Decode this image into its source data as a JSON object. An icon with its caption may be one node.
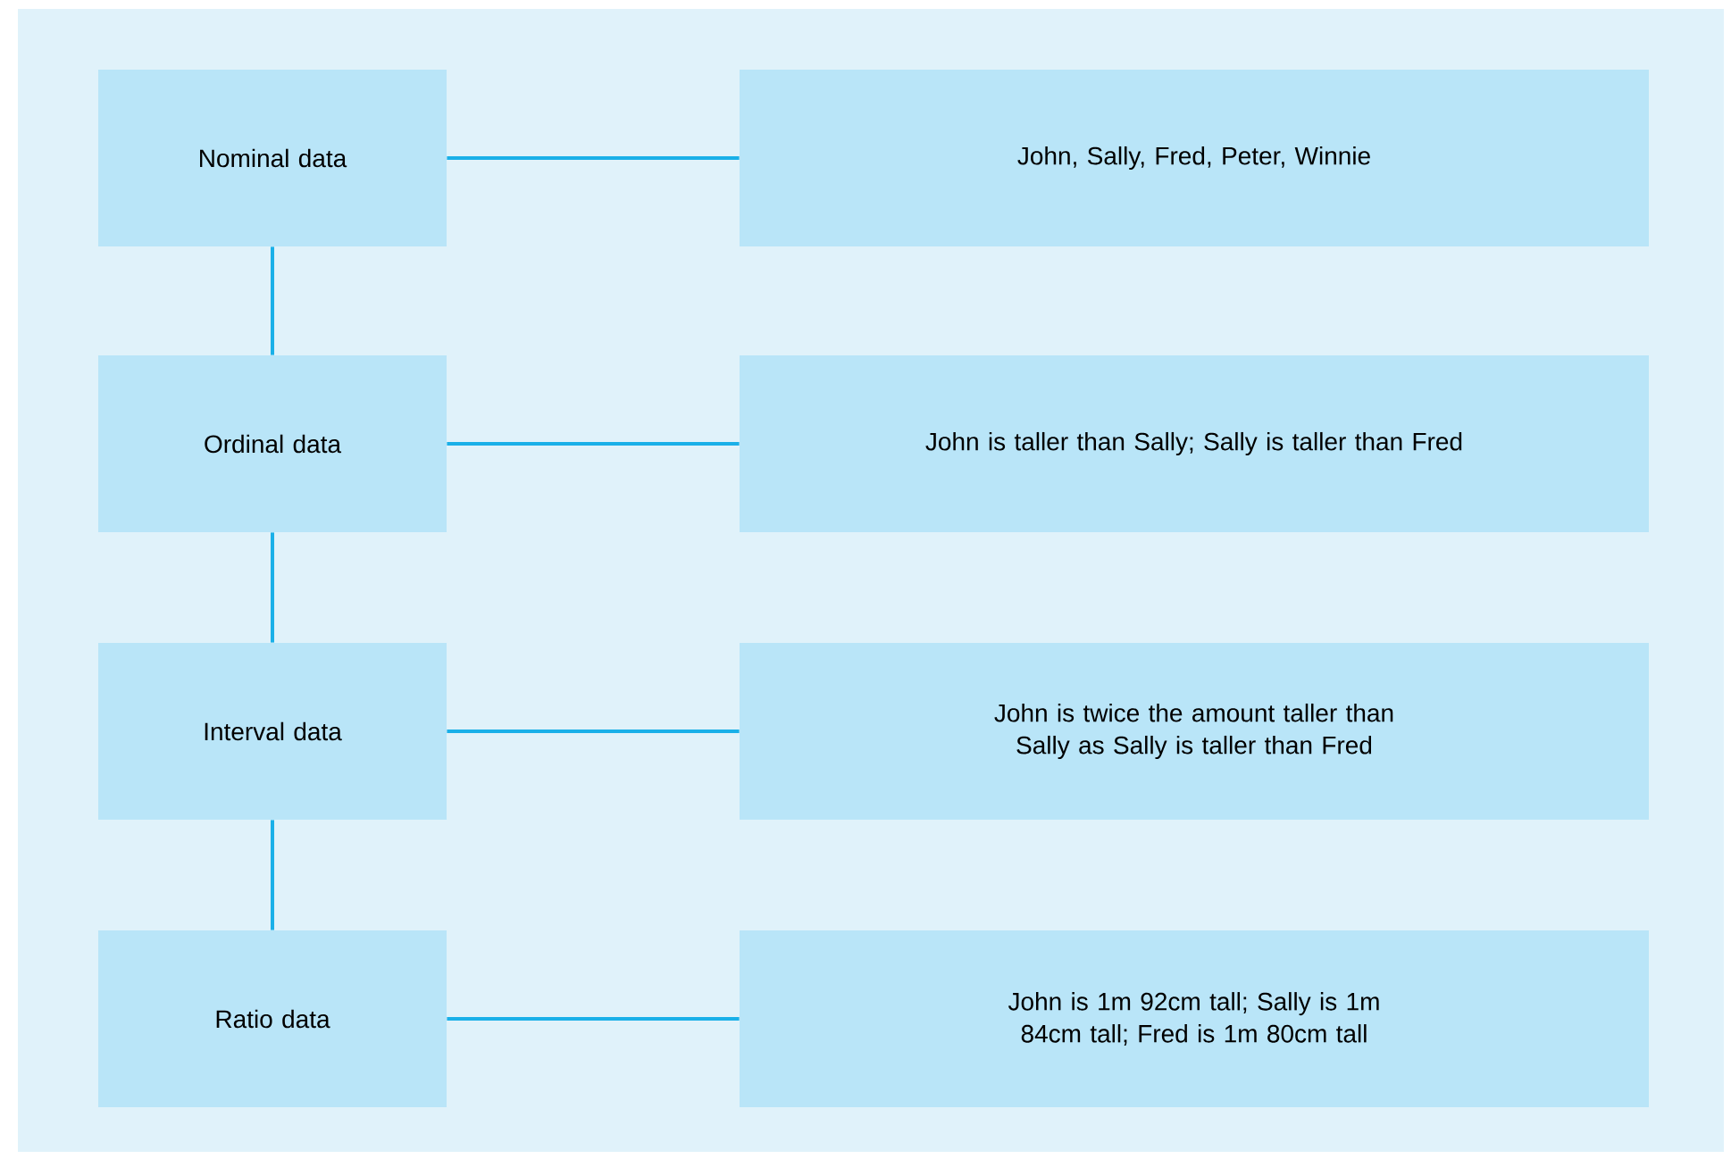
{
  "diagram": {
    "nodes": [
      {
        "text": [
          "Nominal data"
        ]
      },
      {
        "text": [
          "John, Sally, Fred, Peter, Winnie"
        ]
      },
      {
        "text": [
          "Ordinal data"
        ]
      },
      {
        "text": [
          "John is taller than Sally; Sally is taller than Fred"
        ]
      },
      {
        "text": [
          "Interval data"
        ]
      },
      {
        "text": [
          "John is twice the amount taller than Sally as Sally is taller than Fred"
        ]
      },
      {
        "text": [
          "Ratio data"
        ]
      },
      {
        "text": [
          "John is 1m 92cm tall; Sally is 1m 84cm tall; Fred is 1m 80cm tall"
        ]
      }
    ],
    "edges": [
      {
        "from": 0,
        "to": 1,
        "arrow": "none"
      },
      {
        "from": 0,
        "to": 2,
        "arrow": "none"
      },
      {
        "from": 2,
        "to": 3,
        "arrow": "none"
      },
      {
        "from": 2,
        "to": 4,
        "arrow": "none"
      },
      {
        "from": 4,
        "to": 5,
        "arrow": "none"
      },
      {
        "from": 4,
        "to": 6,
        "arrow": "none"
      },
      {
        "from": 6,
        "to": 7,
        "arrow": "none"
      }
    ]
  }
}
